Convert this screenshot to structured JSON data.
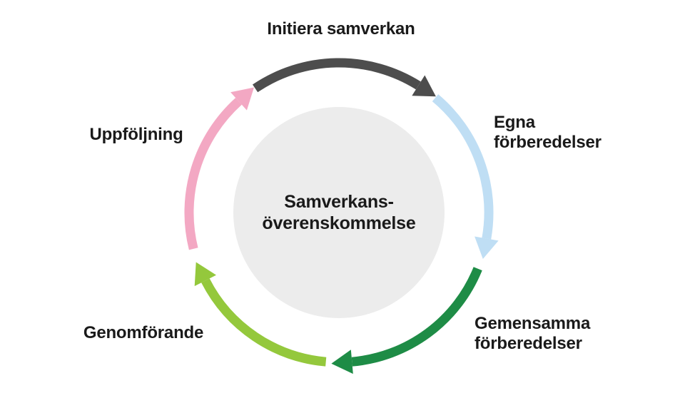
{
  "background": "#ffffff",
  "diagram": {
    "center": {
      "line1": "Samverkans-",
      "line2": "överenskommelse",
      "bg": "#ececec",
      "text_color": "#1a1a1a"
    },
    "steps": [
      {
        "id": "initiera-samverkan",
        "lines": [
          "Initiera samverkan"
        ],
        "color": "#4d4d4d",
        "arc": {
          "start": 236,
          "end": 302
        }
      },
      {
        "id": "egna-forberedelser",
        "lines": [
          "Egna",
          "förberedelser"
        ],
        "color": "#bfdef4",
        "arc": {
          "start": 310,
          "end": 10
        }
      },
      {
        "id": "gemensamma-forberedelser",
        "lines": [
          "Gemensamma",
          "förberedelser"
        ],
        "color": "#1e8c46",
        "arc": {
          "start": 22,
          "end": 85
        }
      },
      {
        "id": "genomforande",
        "lines": [
          "Genomförande"
        ],
        "color": "#94c83c",
        "arc": {
          "start": 95,
          "end": 153
        }
      },
      {
        "id": "uppfoljning",
        "lines": [
          "Uppföljning"
        ],
        "color": "#f3a8c3",
        "arc": {
          "start": 166,
          "end": 228
        }
      }
    ]
  }
}
